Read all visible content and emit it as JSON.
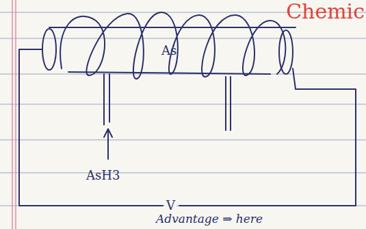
{
  "diagram": {
    "labels": [
      "Chemic",
      "Aṡ",
      "AsH3",
      "V",
      "Advantage ⇒ here"
    ]
  }
}
